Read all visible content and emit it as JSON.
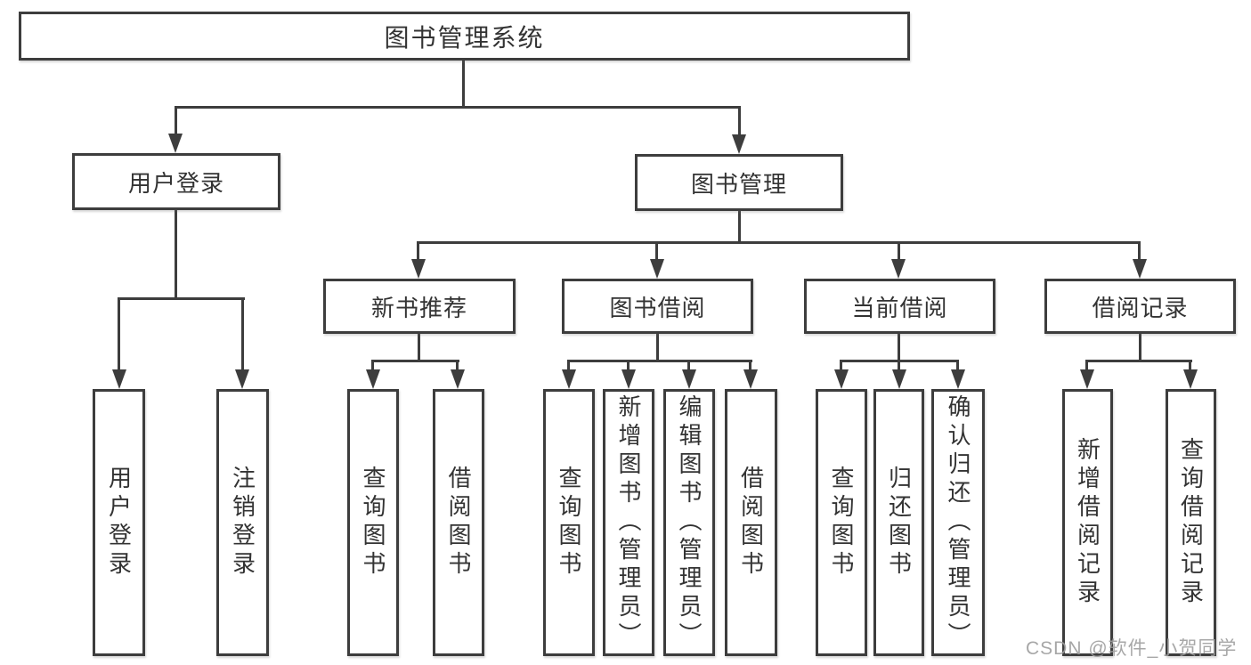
{
  "diagram_title": "图书管理系统",
  "root": {
    "label": "图书管理系统"
  },
  "level2": [
    {
      "label": "用户登录"
    },
    {
      "label": "图书管理"
    }
  ],
  "level3": [
    {
      "label": "新书推荐"
    },
    {
      "label": "图书借阅"
    },
    {
      "label": "当前借阅"
    },
    {
      "label": "借阅记录"
    }
  ],
  "leaves": [
    {
      "label": "用户登录",
      "parent": "用户登录"
    },
    {
      "label": "注销登录",
      "parent": "用户登录"
    },
    {
      "label": "查询图书",
      "parent": "新书推荐"
    },
    {
      "label": "借阅图书",
      "parent": "新书推荐"
    },
    {
      "label": "查询图书",
      "parent": "图书借阅"
    },
    {
      "label": "新增图书（管理员）",
      "parent": "图书借阅"
    },
    {
      "label": "编辑图书（管理员）",
      "parent": "图书借阅"
    },
    {
      "label": "借阅图书",
      "parent": "图书借阅"
    },
    {
      "label": "查询图书",
      "parent": "当前借阅"
    },
    {
      "label": "归还图书",
      "parent": "当前借阅"
    },
    {
      "label": "确认归还（管理员）",
      "parent": "当前借阅"
    },
    {
      "label": "新增借阅记录",
      "parent": "借阅记录"
    },
    {
      "label": "查询借阅记录",
      "parent": "借阅记录"
    }
  ],
  "watermark": {
    "text": "CSDN @软件_小贺同学"
  },
  "colors": {
    "line": "#3d3d3d",
    "text": "#333333",
    "watermark": "#9e9e9e",
    "background": "#ffffff"
  }
}
